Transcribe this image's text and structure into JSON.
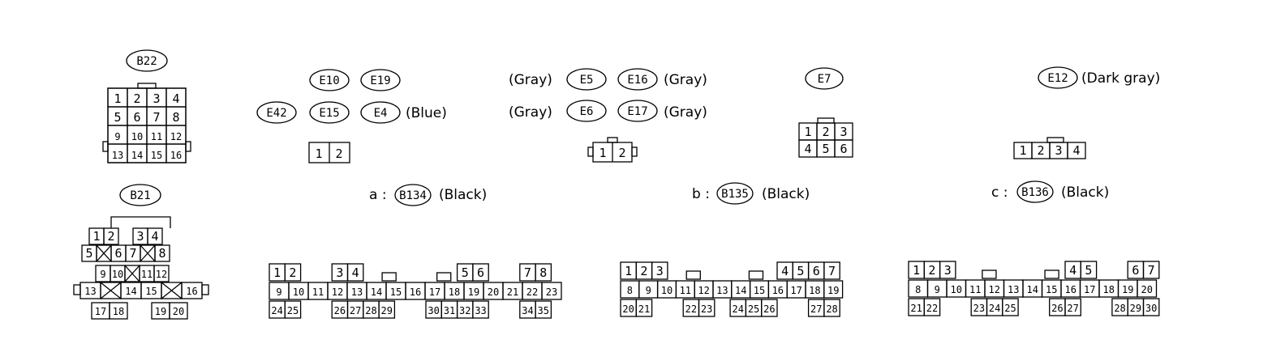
{
  "connectors": {
    "b22": "B22",
    "b21": "B21",
    "e10": "E10",
    "e19": "E19",
    "e42": "E42",
    "e15": "E15",
    "e4": "E4",
    "e5": "E5",
    "e16": "E16",
    "e6": "E6",
    "e17": "E17",
    "e7": "E7",
    "e12": "E12",
    "b134": "B134",
    "b135": "B135",
    "b136": "B136"
  },
  "colors": {
    "blue": "(Blue)",
    "gray": "(Gray)",
    "dark_gray": "(Dark gray)",
    "black": "(Black)"
  },
  "prefixes": {
    "a": "a :",
    "b": "b :",
    "c": "c :"
  },
  "pins": {
    "b22": [
      "1",
      "2",
      "3",
      "4",
      "5",
      "6",
      "7",
      "8",
      "9",
      "10",
      "11",
      "12",
      "13",
      "14",
      "15",
      "16"
    ],
    "b21": [
      "1",
      "2",
      "3",
      "4",
      "5",
      "6",
      "7",
      "8",
      "9",
      "10",
      "11",
      "12",
      "13",
      "14",
      "15",
      "16",
      "17",
      "18",
      "19",
      "20"
    ],
    "two_pin": [
      "1",
      "2"
    ],
    "e7": [
      "1",
      "2",
      "3",
      "4",
      "5",
      "6"
    ],
    "e12": [
      "1",
      "2",
      "3",
      "4"
    ],
    "b134_row1": [
      "1",
      "2",
      "3",
      "4",
      "5",
      "6",
      "7",
      "8"
    ],
    "b134_row2": [
      "9",
      "10",
      "11",
      "12",
      "13",
      "14",
      "15",
      "16",
      "17",
      "18",
      "19",
      "20",
      "21",
      "22",
      "23"
    ],
    "b134_row3": [
      "24",
      "25",
      "26",
      "27",
      "28",
      "29",
      "30",
      "31",
      "32",
      "33",
      "34",
      "35"
    ],
    "b135_row1": [
      "1",
      "2",
      "3",
      "4",
      "5",
      "6",
      "7"
    ],
    "b135_row2": [
      "8",
      "9",
      "10",
      "11",
      "12",
      "13",
      "14",
      "15",
      "16",
      "17",
      "18",
      "19"
    ],
    "b135_row3": [
      "20",
      "21",
      "22",
      "23",
      "24",
      "25",
      "26",
      "27",
      "28"
    ],
    "b136_row1": [
      "1",
      "2",
      "3",
      "4",
      "5",
      "6",
      "7"
    ],
    "b136_row2": [
      "8",
      "9",
      "10",
      "11",
      "12",
      "13",
      "14",
      "15",
      "16",
      "17",
      "18",
      "19",
      "20"
    ],
    "b136_row3": [
      "21",
      "22",
      "23",
      "24",
      "25",
      "26",
      "27",
      "28",
      "29",
      "30"
    ]
  }
}
